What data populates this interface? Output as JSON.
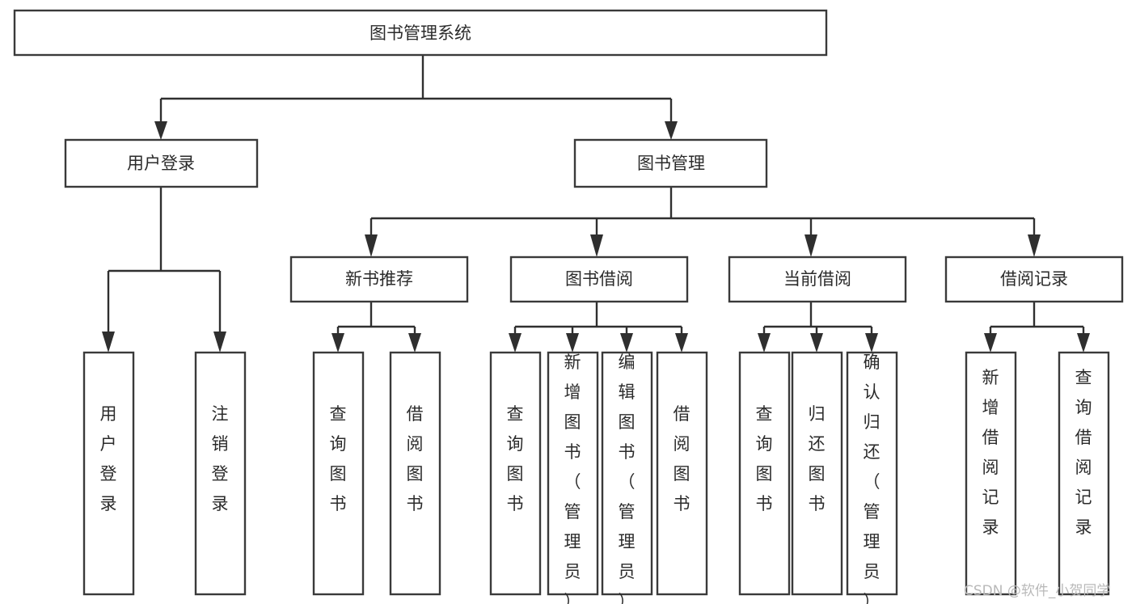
{
  "diagram": {
    "title": "图书管理系统",
    "type": "hierarchy-tree",
    "watermark": "CSDN @软件_小贺同学",
    "colors": {
      "box_fill": "#ffffff",
      "box_stroke": "#3a3a3a",
      "text": "#2b2b2b",
      "connector": "#2f2f2f",
      "watermark": "#b9b9b9",
      "background": "#ffffff"
    },
    "root": {
      "label": "图书管理系统"
    },
    "level2": [
      {
        "label": "用户登录"
      },
      {
        "label": "图书管理"
      }
    ],
    "level3": [
      {
        "label": "新书推荐"
      },
      {
        "label": "图书借阅"
      },
      {
        "label": "当前借阅"
      },
      {
        "label": "借阅记录"
      }
    ],
    "leaves": {
      "user_login": [
        {
          "label": "用户登录"
        },
        {
          "label": "注销登录"
        }
      ],
      "new_book_recommend": [
        {
          "label": "查询图书"
        },
        {
          "label": "借阅图书"
        }
      ],
      "book_borrow": [
        {
          "label": "查询图书"
        },
        {
          "label": "新增图书（管理员）"
        },
        {
          "label": "编辑图书（管理员）"
        },
        {
          "label": "借阅图书"
        }
      ],
      "current_borrow": [
        {
          "label": "查询图书"
        },
        {
          "label": "归还图书"
        },
        {
          "label": "确认归还（管理员）"
        }
      ],
      "borrow_record": [
        {
          "label": "新增借阅记录"
        },
        {
          "label": "查询借阅记录"
        }
      ]
    }
  }
}
